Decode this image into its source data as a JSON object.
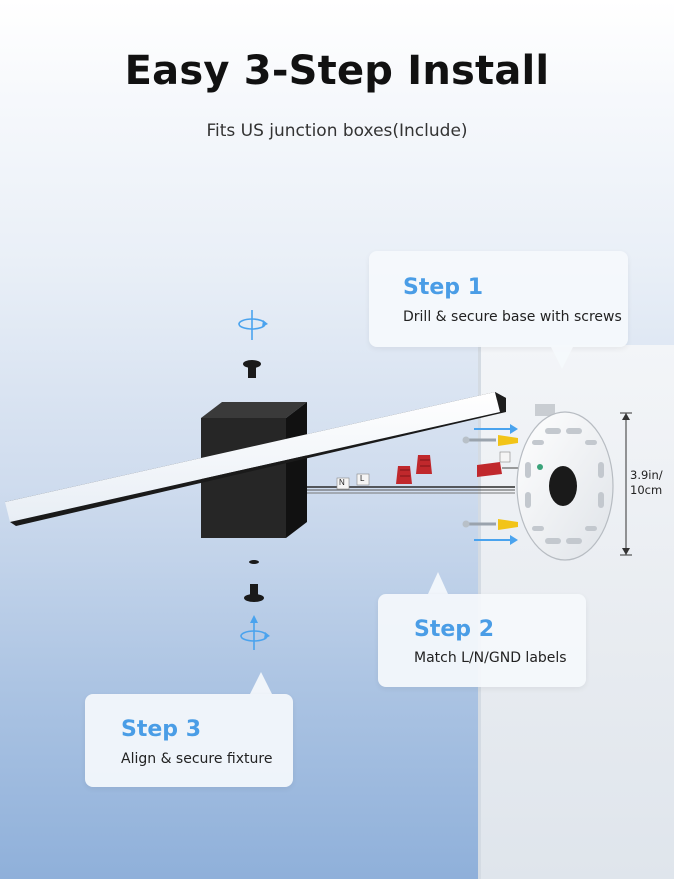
{
  "header": {
    "title": "Easy 3-Step Install",
    "subtitle": "Fits US junction boxes(Include)"
  },
  "steps": [
    {
      "title": "Step 1",
      "description": "Drill & secure base with screws"
    },
    {
      "title": "Step 2",
      "description": "Match L/N/GND labels"
    },
    {
      "title": "Step 3",
      "description": "Align & secure fixture"
    }
  ],
  "wire_labels": {
    "neutral": "N",
    "live": "L"
  },
  "dimension": {
    "line1": "3.9in/",
    "line2": "10cm"
  },
  "icons": [
    "rotate-arrow-icon",
    "screw-icon",
    "wire-nut-icon",
    "wall-anchor-icon",
    "arrow-right-icon"
  ],
  "colors": {
    "accent": "#4a9de6",
    "fixture": "#222222",
    "wire_nut": "#c0282c",
    "anchor": "#f2c418"
  }
}
